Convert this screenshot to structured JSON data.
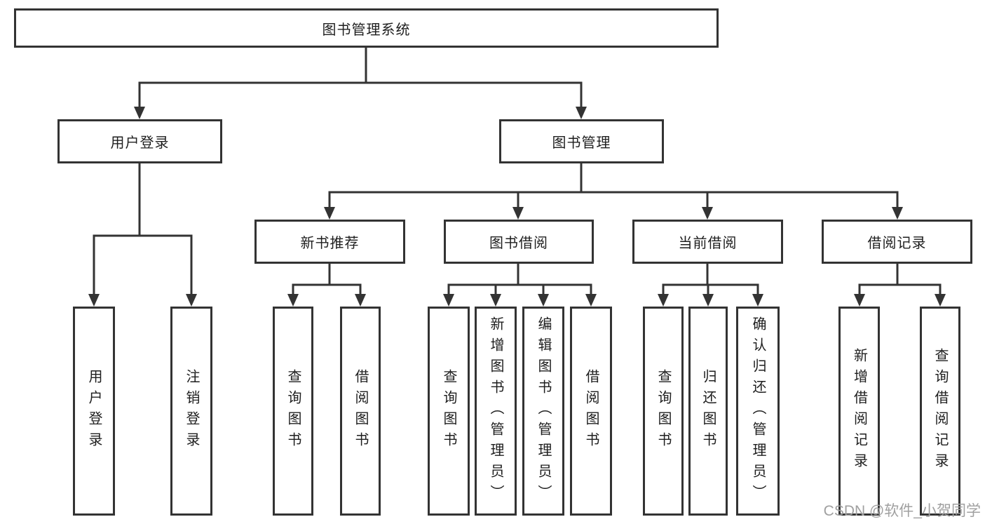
{
  "title": "图书管理系统",
  "watermark": "CSDN @软件_小贺同学",
  "colors": {
    "line": "#333333",
    "box_border": "#333333",
    "text": "#1e1e1e",
    "background": "#ffffff",
    "watermark": "#a0a0a0"
  },
  "tree": {
    "root": {
      "label": "图书管理系统"
    },
    "level2": [
      {
        "label": "用户登录",
        "children": [
          "用户登录",
          "注销登录"
        ]
      },
      {
        "label": "图书管理"
      }
    ],
    "level3": [
      {
        "label": "新书推荐",
        "children": [
          "查询图书",
          "借阅图书"
        ]
      },
      {
        "label": "图书借阅",
        "children": [
          "查询图书",
          "新增图书（管理员）",
          "编辑图书（管理员）",
          "借阅图书"
        ]
      },
      {
        "label": "当前借阅",
        "children": [
          "查询图书",
          "归还图书",
          "确认归还（管理员）"
        ]
      },
      {
        "label": "借阅记录",
        "children": [
          "新增借阅记录",
          "查询借阅记录"
        ]
      }
    ]
  }
}
